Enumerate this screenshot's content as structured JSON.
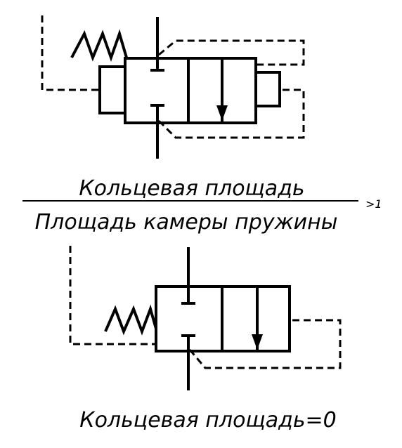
{
  "top_label_numerator": "Кольцевая площадь",
  "top_label_denominator": "Площадь камеры пружины",
  "ratio_condition": ">1",
  "bottom_label": "Кольцевая площадь=0"
}
